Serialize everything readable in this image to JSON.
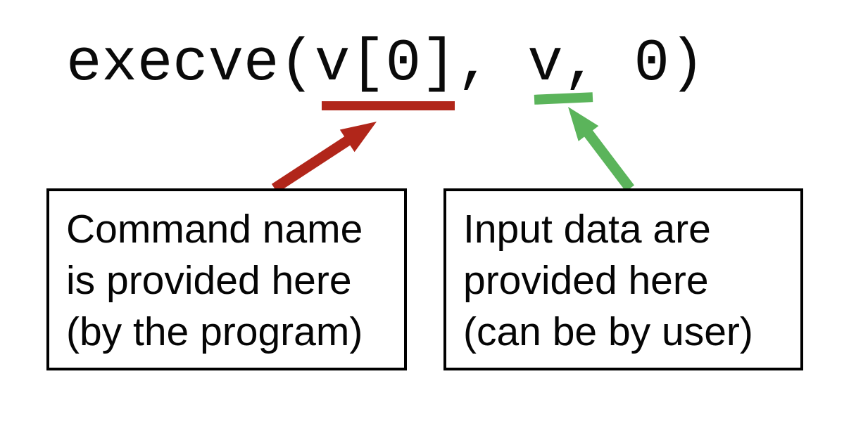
{
  "colors": {
    "background": "#ffffff",
    "red": "#B1261A",
    "green": "#5BB45B",
    "ink": "#050505"
  },
  "code": {
    "full": "execve(v[0], v, 0)",
    "arg_command": "v[0]",
    "arg_vector": "v",
    "arg_env": "0"
  },
  "left_box": {
    "lines": [
      "Command name",
      "is provided here",
      "(by the program)"
    ]
  },
  "right_box": {
    "lines": [
      "Input data are",
      "provided here",
      "(can be by user)"
    ]
  }
}
